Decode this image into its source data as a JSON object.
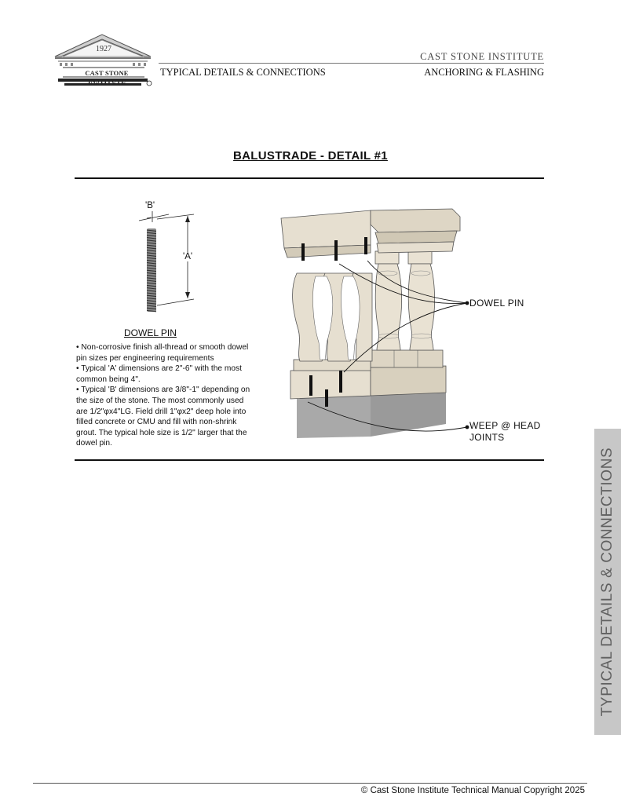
{
  "header": {
    "logo_year": "1927",
    "logo_name": "CAST STONE INSTITUTE",
    "institute_name": "CAST STONE INSTITUTE",
    "section_left": "TYPICAL DETAILS & CONNECTIONS",
    "section_right": "ANCHORING & FLASHING"
  },
  "title": "BALUSTRADE - DETAIL #1",
  "dowel": {
    "dim_b": "'B'",
    "dim_a": "'A'",
    "caption": "DOWEL PIN",
    "notes": [
      "• Non-corrosive finish all-thread or smooth dowel pin sizes per engineering requirements",
      "• Typical 'A' dimensions are 2\"-6\" with the most common being 4\".",
      "• Typical 'B' dimensions are 3/8\"-1\" depending on the size of the stone. The most commonly used are 1/2\"φx4\"LG. Field drill 1\"φx2\" deep hole into filled concrete or CMU and fill with non-shrink grout. The typical hole size is 1/2\" larger that the dowel pin."
    ]
  },
  "callouts": {
    "dowel_pin": "DOWEL PIN",
    "weep_line1": "WEEP @ HEAD",
    "weep_line2": "JOINTS"
  },
  "side_tab": "TYPICAL DETAILS & CONNECTIONS",
  "footer": {
    "copyright": "© Cast Stone Institute Technical Manual Copyright 2025"
  },
  "colors": {
    "stone": "#e6dfd0",
    "stone_shadow": "#c9c0ad",
    "concrete": "#a9a9a9",
    "side_tab": "#c7c7c7"
  }
}
